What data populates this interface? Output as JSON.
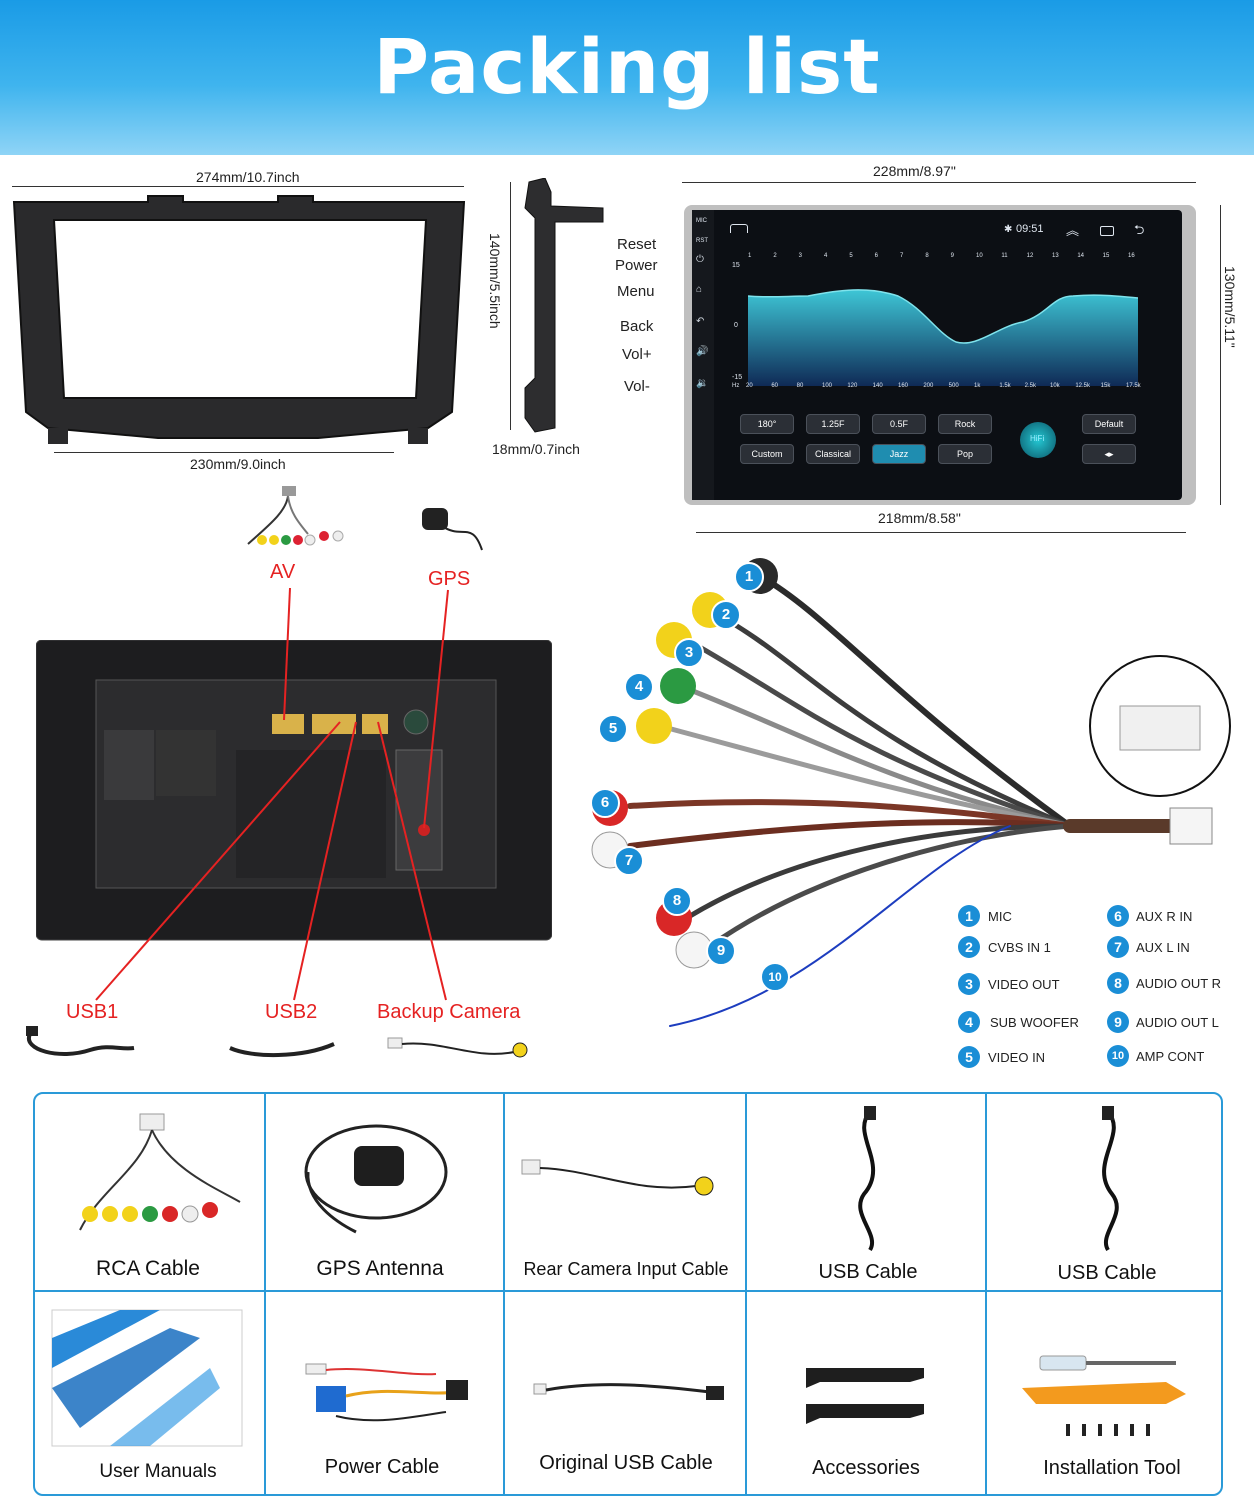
{
  "title": "Packing list",
  "frame": {
    "top_dim": "274mm/10.7inch",
    "bottom_dim": "230mm/9.0inch",
    "side_dim": "140mm/5.5inch",
    "depth_dim": "18mm/0.7inch"
  },
  "unit": {
    "top_dim": "228mm/8.97\"",
    "bottom_dim": "218mm/8.58\"",
    "side_dim": "130mm/5.11\"",
    "buttons": [
      "Reset",
      "Power",
      "Menu",
      "Back",
      "Vol+",
      "Vol-"
    ],
    "mic_label": "MIC",
    "rst_label": "RST"
  },
  "screen": {
    "time": "09:51",
    "y_ticks": [
      "15",
      "0",
      "-15"
    ],
    "x_unit": "Hz",
    "bands": [
      "1",
      "2",
      "3",
      "4",
      "5",
      "6",
      "7",
      "8",
      "9",
      "10",
      "11",
      "12",
      "13",
      "14",
      "15",
      "16"
    ],
    "freqs": [
      "20",
      "60",
      "80",
      "100",
      "120",
      "140",
      "160",
      "200",
      "500",
      "1k",
      "1.5k",
      "2.5k",
      "10k",
      "12.5k",
      "15k",
      "17.5k"
    ],
    "presets_row1": [
      "180°",
      "1.25F",
      "0.5F",
      "Rock"
    ],
    "presets_row2": [
      "Custom",
      "Classical",
      "Jazz",
      "Pop"
    ],
    "default_label": "Default",
    "hifi_label": "HiFi",
    "active_preset": "Jazz"
  },
  "connections": {
    "av": "AV",
    "gps": "GPS",
    "usb1": "USB1",
    "usb2": "USB2",
    "camera": "Backup Camera"
  },
  "legend": [
    {
      "num": "1",
      "label": "MIC"
    },
    {
      "num": "2",
      "label": "CVBS IN 1"
    },
    {
      "num": "3",
      "label": "VIDEO OUT"
    },
    {
      "num": "4",
      "label": "SUB WOOFER"
    },
    {
      "num": "5",
      "label": "VIDEO IN"
    },
    {
      "num": "6",
      "label": "AUX R IN"
    },
    {
      "num": "7",
      "label": "AUX L IN"
    },
    {
      "num": "8",
      "label": "AUDIO OUT R"
    },
    {
      "num": "9",
      "label": "AUDIO OUT L"
    },
    {
      "num": "10",
      "label": "AMP CONT"
    }
  ],
  "colors": {
    "header": "#1a9be6",
    "accent": "#1a8ed6",
    "callout": "#e52222",
    "eq_fill": "#2fb7c9"
  },
  "items": [
    "RCA Cable",
    "GPS Antenna",
    "Rear Camera Input Cable",
    "USB Cable",
    "USB Cable",
    "User Manuals",
    "Power Cable",
    "Original USB Cable",
    "Accessories",
    "Installation Tool"
  ]
}
